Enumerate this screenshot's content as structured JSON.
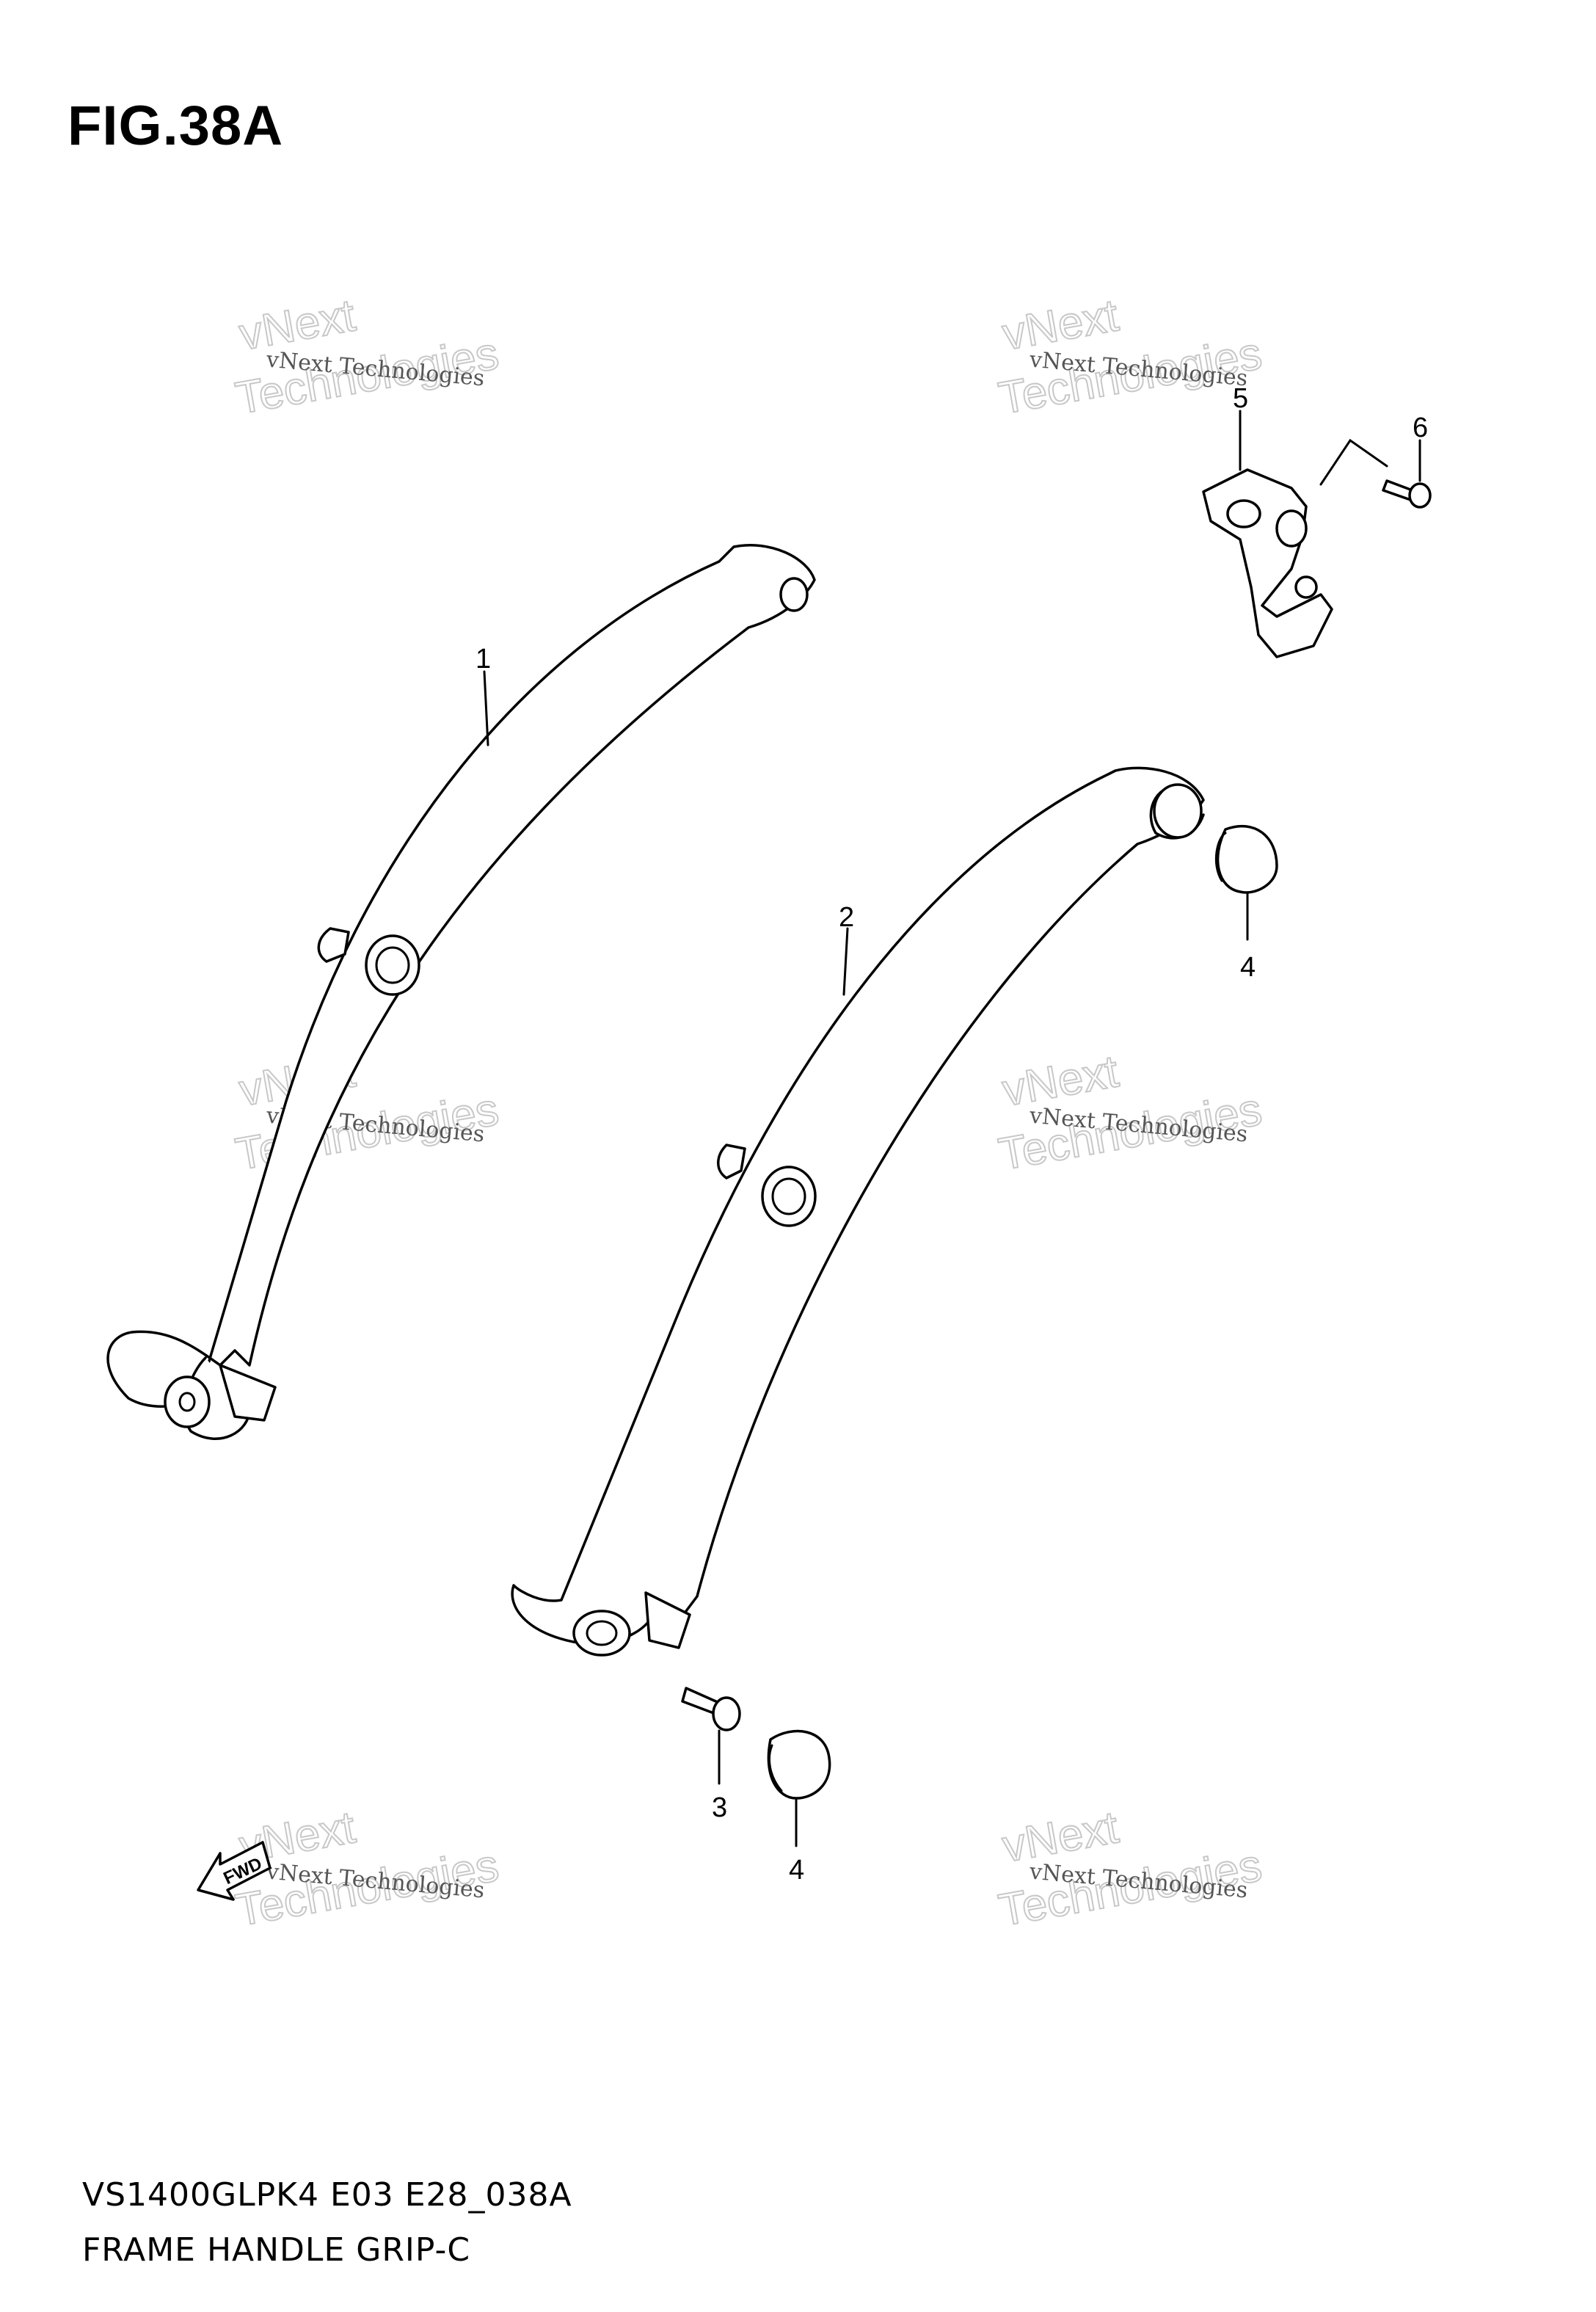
{
  "figure": {
    "title": "FIG.38A"
  },
  "footer": {
    "model_code": "VS1400GLPK4 E03 E28_038A",
    "section_name": "FRAME HANDLE GRIP-C"
  },
  "callouts": {
    "p1": "1",
    "p2": "2",
    "p3": "3",
    "p4a": "4",
    "p4b": "4",
    "p5": "5",
    "p6": "6"
  },
  "direction_arrow": {
    "label": "FWD"
  },
  "watermark": {
    "line1": "vNext Technologies",
    "line2_a": "vNext",
    "line2_b": "Technologies"
  }
}
